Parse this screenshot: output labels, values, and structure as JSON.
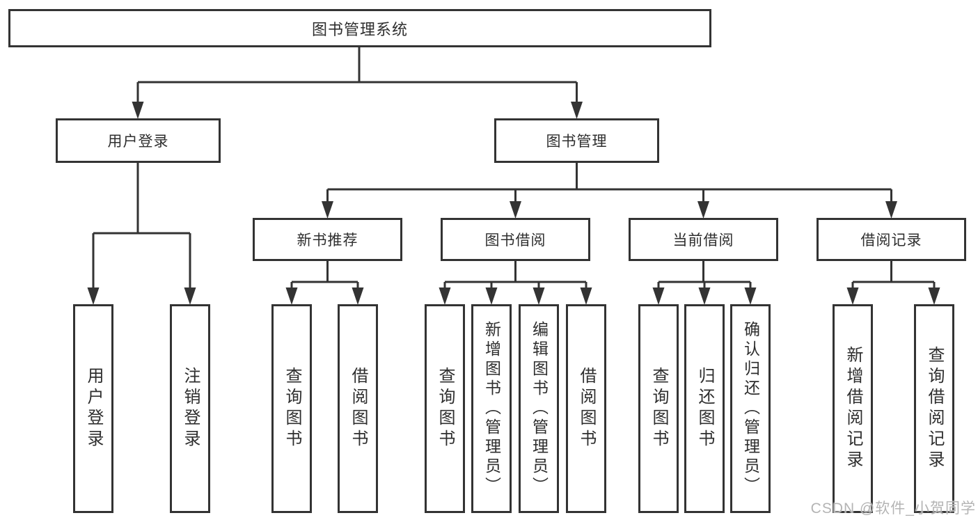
{
  "diagram": {
    "title_node": "图书管理系统",
    "tree": {
      "root": "图书管理系统",
      "branches": [
        {
          "label": "用户登录",
          "children": [
            "用户登录",
            "注销登录"
          ]
        },
        {
          "label": "图书管理",
          "sections": [
            {
              "label": "新书推荐",
              "children": [
                "查询图书",
                "借阅图书"
              ]
            },
            {
              "label": "图书借阅",
              "children": [
                "查询图书",
                "新增图书（管理员）",
                "编辑图书（管理员）",
                "借阅图书"
              ]
            },
            {
              "label": "当前借阅",
              "children": [
                "查询图书",
                "归还图书",
                "确认归还（管理员）"
              ]
            },
            {
              "label": "借阅记录",
              "children": [
                "新增借阅记录",
                "查询借阅记录"
              ]
            }
          ]
        }
      ]
    },
    "colors": {
      "line": "#333333",
      "box_border": "#333333",
      "box_background": "#ffffff",
      "text": "#2e2e2e",
      "watermark": "#b4b4b4"
    }
  },
  "watermark": "CSDN @软件_小贺同学"
}
